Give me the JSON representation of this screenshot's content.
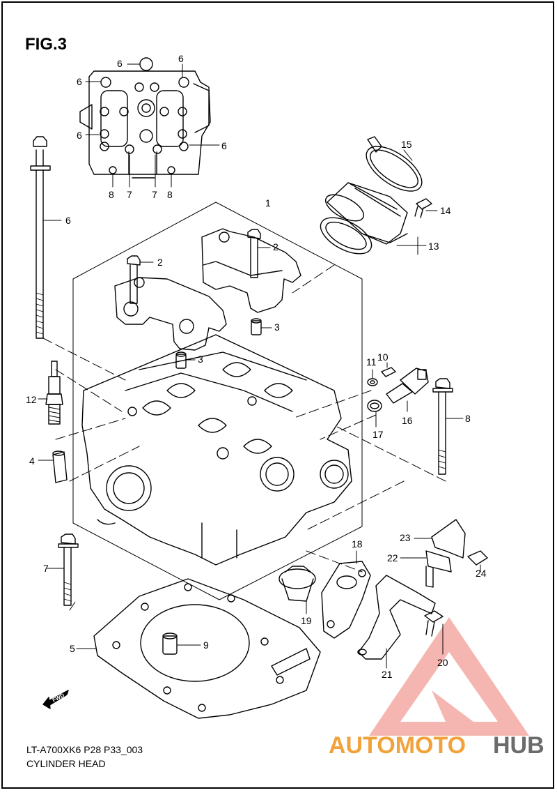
{
  "figure": {
    "title": "FIG.3",
    "code": "LT-A700XK6 P28 P33_003",
    "name": "CYLINDER HEAD",
    "fwd_label": "FWD"
  },
  "callouts": [
    "1",
    "2",
    "2",
    "3",
    "3",
    "4",
    "5",
    "6",
    "6",
    "6",
    "6",
    "6",
    "6",
    "7",
    "7",
    "7",
    "8",
    "8",
    "8",
    "9",
    "10",
    "11",
    "12",
    "13",
    "14",
    "15",
    "16",
    "17",
    "18",
    "19",
    "20",
    "21",
    "22",
    "23",
    "24"
  ],
  "watermark": {
    "part1": "AUTOMOTO",
    "part2": "HUB"
  },
  "colors": {
    "line": "#000000",
    "watermark_red": "#e53a34",
    "watermark_orange": "#f2a23a",
    "watermark_gray": "#6b6b6b"
  }
}
